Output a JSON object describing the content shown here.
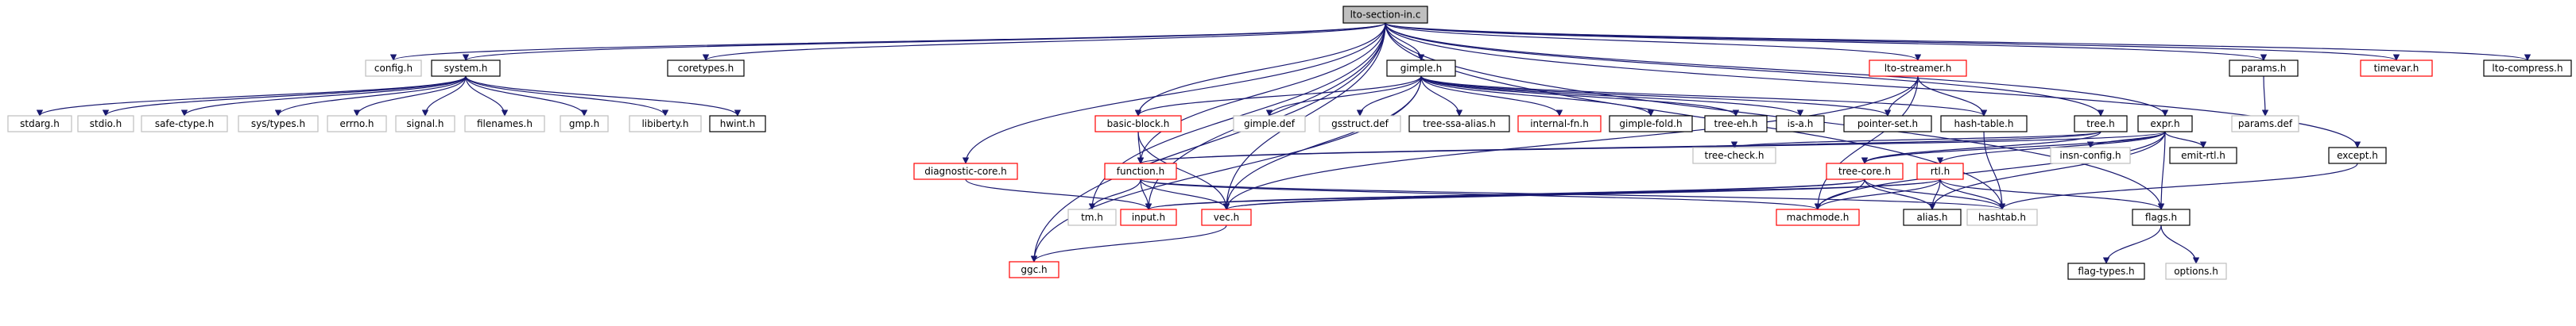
{
  "graph": {
    "root": "lto-section-in.c",
    "colors": {
      "root_fill": "#bfbfbf",
      "node_border_black": "#000000",
      "node_border_red": "#ff0000",
      "node_border_gray": "#bfbfbf",
      "edge": "#191970"
    },
    "nodes": {
      "lto_section_in_c": "lto-section-in.c",
      "config_h": "config.h",
      "system_h": "system.h",
      "coretypes_h": "coretypes.h",
      "tm_h": "tm.h",
      "ggc_h": "ggc.h",
      "diagnostic_core_h": "diagnostic-core.h",
      "function_h": "function.h",
      "vec_h": "vec.h",
      "basic_block_h": "basic-block.h",
      "gimple_h": "gimple.h",
      "lto_streamer_h": "lto-streamer.h",
      "tree_h": "tree.h",
      "expr_h": "expr.h",
      "except_h": "except.h",
      "params_h": "params.h",
      "timevar_h": "timevar.h",
      "lto_compress_h": "lto-compress.h",
      "flags_h": "flags.h",
      "stdarg_h": "stdarg.h",
      "stdio_h": "stdio.h",
      "safe_ctype_h": "safe-ctype.h",
      "sys_types_h": "sys/types.h",
      "errno_h": "errno.h",
      "signal_h": "signal.h",
      "filenames_h": "filenames.h",
      "gmp_h": "gmp.h",
      "libiberty_h": "libiberty.h",
      "hwint_h": "hwint.h",
      "gimple_def": "gimple.def",
      "gsstruct_def": "gsstruct.def",
      "tree_ssa_alias_h": "tree-ssa-alias.h",
      "internal_fn_h": "internal-fn.h",
      "gimple_fold_h": "gimple-fold.h",
      "tree_eh_h": "tree-eh.h",
      "is_a_h": "is-a.h",
      "pointer_set_h": "pointer-set.h",
      "hash_table_h": "hash-table.h",
      "params_def": "params.def",
      "input_h": "input.h",
      "tree_check_h": "tree-check.h",
      "tree_core_h": "tree-core.h",
      "rtl_h": "rtl.h",
      "insn_config_h": "insn-config.h",
      "emit_rtl_h": "emit-rtl.h",
      "machmode_h": "machmode.h",
      "alias_h": "alias.h",
      "hashtab_h": "hashtab.h",
      "flag_types_h": "flag-types.h",
      "options_h": "options.h"
    }
  }
}
